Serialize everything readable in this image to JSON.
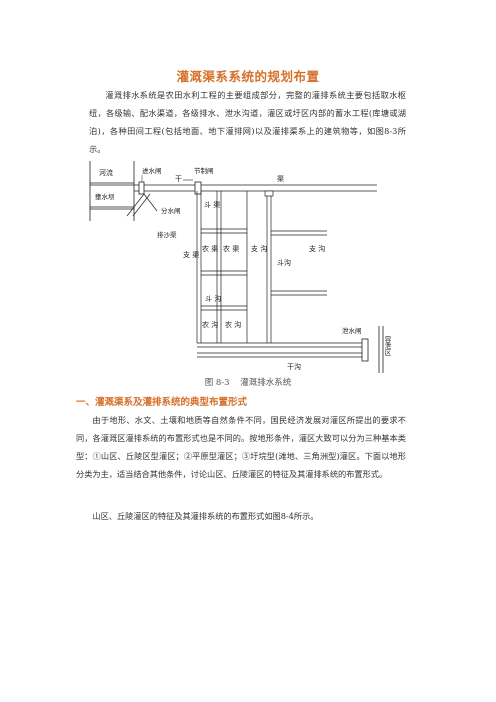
{
  "title": "灌溉渠系系统的规划布置",
  "intro": "灌溉排水系统是农田水利工程的主要组成部分，完整的灌排系统主要包括取水枢纽，各级输、配水渠道，各级排水、泄水沟道，灌区或圩区内部的蓄水工程(库塘或湖泊)，各种田间工程(包括地面、地下灌排网)以及灌排渠系上的建筑物等，如图8-3所示。",
  "figure": {
    "labels": {
      "river": "河流",
      "intake_gate": "进水闸",
      "check_gate": "节制闸",
      "main_canal_1": "干",
      "main_canal_2": "渠",
      "dam": "壅水坝",
      "diversion_gate": "分水闸",
      "sand_canal": "排沙渠",
      "lateral_canal": "斗 渠",
      "farm_canal_1": "农 渠",
      "farm_canal_2": "农 渠",
      "branch_canal": "支 渠",
      "branch_ditch_1": "支 沟",
      "branch_ditch_2": "支 沟",
      "lateral_ditch_1": "斗 沟",
      "lateral_ditch_2": "斗沟",
      "farm_ditch_1": "农 沟",
      "farm_ditch_2": "农 沟",
      "main_ditch": "干沟",
      "drain_gate": "泄水闸",
      "receiving_area": "容泄区"
    }
  },
  "caption_num": "图 8-3",
  "caption_text": "灌溉排水系统",
  "section_heading": "一、灌溉渠系及灌排系统的典型布置形式",
  "para2": "由于地形、水文、土壤和地质等自然条件不同，国民经济发展对灌区所提出的要求不同，各灌溉区灌排系统的布置形式也是不同的。按地形条件，灌区大致可以分为三种基本类型：①山区、丘陵区型灌区；②平原型灌区；③圩垸型(滩地、三角洲型)灌区。下面以地形分类为主，适当结合其他条件，讨论山区、丘陵灌区的特征及其灌排系统的布置形式。",
  "para3": "山区、丘陵灌区的特征及其灌排系统的布置形式如图8-4所示。"
}
